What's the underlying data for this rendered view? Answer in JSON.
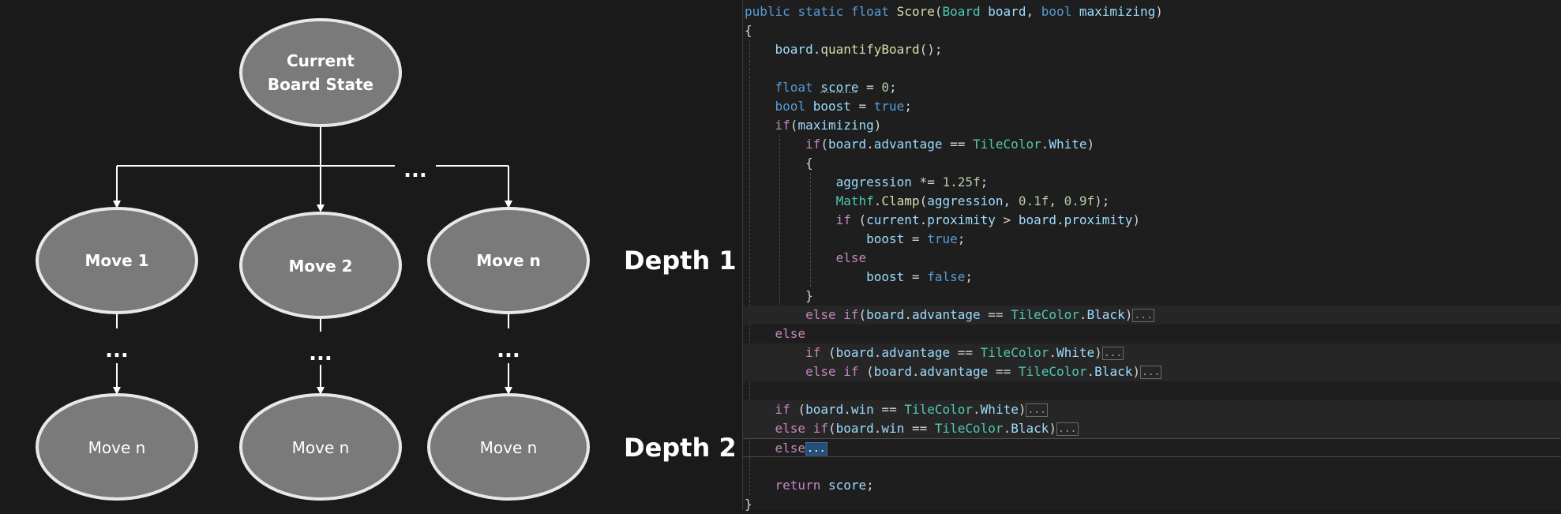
{
  "tree": {
    "root_line1": "Current",
    "root_line2": "Board State",
    "ellipsis": "...",
    "depth1": [
      "Move 1",
      "Move 2",
      "Move n"
    ],
    "depth2": [
      "Move n",
      "Move n",
      "Move n"
    ],
    "depth1_label": "Depth 1",
    "depth2_label": "Depth 2"
  },
  "code": {
    "fold_marker": "...",
    "lines": [
      [
        [
          "kw",
          "public "
        ],
        [
          "kw",
          "static "
        ],
        [
          "kw",
          "float "
        ],
        [
          "fn",
          "Score"
        ],
        [
          "pl",
          "("
        ],
        [
          "ty",
          "Board "
        ],
        [
          "va",
          "board"
        ],
        [
          "pl",
          ", "
        ],
        [
          "kw",
          "bool "
        ],
        [
          "va",
          "maximizing"
        ],
        [
          "pl",
          ")"
        ]
      ],
      [
        [
          "pl",
          "{"
        ]
      ],
      [
        [
          "pl",
          "    "
        ],
        [
          "va",
          "board"
        ],
        [
          "pl",
          "."
        ],
        [
          "fn",
          "quantifyBoard"
        ],
        [
          "pl",
          "();"
        ]
      ],
      [],
      [
        [
          "pl",
          "    "
        ],
        [
          "kw",
          "float "
        ],
        [
          "va",
          "score"
        ],
        [
          "pl",
          " = "
        ],
        [
          "nu",
          "0"
        ],
        [
          "pl",
          ";"
        ]
      ],
      [
        [
          "pl",
          "    "
        ],
        [
          "kw",
          "bool "
        ],
        [
          "va",
          "boost"
        ],
        [
          "pl",
          " = "
        ],
        [
          "kw",
          "true"
        ],
        [
          "pl",
          ";"
        ]
      ],
      [
        [
          "pl",
          "    "
        ],
        [
          "ctl",
          "if"
        ],
        [
          "pl",
          "("
        ],
        [
          "va",
          "maximizing"
        ],
        [
          "pl",
          ")"
        ]
      ],
      [
        [
          "pl",
          "        "
        ],
        [
          "ctl",
          "if"
        ],
        [
          "pl",
          "("
        ],
        [
          "va",
          "board"
        ],
        [
          "pl",
          "."
        ],
        [
          "va",
          "advantage"
        ],
        [
          "pl",
          " == "
        ],
        [
          "ty",
          "TileColor"
        ],
        [
          "pl",
          "."
        ],
        [
          "va",
          "White"
        ],
        [
          "pl",
          ")"
        ]
      ],
      [
        [
          "pl",
          "        {"
        ]
      ],
      [
        [
          "pl",
          "            "
        ],
        [
          "va",
          "aggression"
        ],
        [
          "pl",
          " *= "
        ],
        [
          "nu",
          "1.25f"
        ],
        [
          "pl",
          ";"
        ]
      ],
      [
        [
          "pl",
          "            "
        ],
        [
          "ty",
          "Mathf"
        ],
        [
          "pl",
          "."
        ],
        [
          "fn",
          "Clamp"
        ],
        [
          "pl",
          "("
        ],
        [
          "va",
          "aggression"
        ],
        [
          "pl",
          ", "
        ],
        [
          "nu",
          "0.1f"
        ],
        [
          "pl",
          ", "
        ],
        [
          "nu",
          "0.9f"
        ],
        [
          "pl",
          ");"
        ]
      ],
      [
        [
          "pl",
          "            "
        ],
        [
          "ctl",
          "if "
        ],
        [
          "pl",
          "("
        ],
        [
          "va",
          "current"
        ],
        [
          "pl",
          "."
        ],
        [
          "va",
          "proximity"
        ],
        [
          "pl",
          " > "
        ],
        [
          "va",
          "board"
        ],
        [
          "pl",
          "."
        ],
        [
          "va",
          "proximity"
        ],
        [
          "pl",
          ")"
        ]
      ],
      [
        [
          "pl",
          "                "
        ],
        [
          "va",
          "boost"
        ],
        [
          "pl",
          " = "
        ],
        [
          "kw",
          "true"
        ],
        [
          "pl",
          ";"
        ]
      ],
      [
        [
          "pl",
          "            "
        ],
        [
          "ctl",
          "else"
        ]
      ],
      [
        [
          "pl",
          "                "
        ],
        [
          "va",
          "boost"
        ],
        [
          "pl",
          " = "
        ],
        [
          "kw",
          "false"
        ],
        [
          "pl",
          ";"
        ]
      ],
      [
        [
          "pl",
          "        }"
        ]
      ],
      [
        [
          "pl",
          "        "
        ],
        [
          "ctl",
          "else "
        ],
        [
          "ctl",
          "if"
        ],
        [
          "pl",
          "("
        ],
        [
          "va",
          "board"
        ],
        [
          "pl",
          "."
        ],
        [
          "va",
          "advantage"
        ],
        [
          "pl",
          " == "
        ],
        [
          "ty",
          "TileColor"
        ],
        [
          "pl",
          "."
        ],
        [
          "va",
          "Black"
        ],
        [
          "pl",
          ")"
        ],
        [
          "fold",
          "..."
        ]
      ],
      [
        [
          "pl",
          "    "
        ],
        [
          "ctl",
          "else"
        ]
      ],
      [
        [
          "pl",
          "        "
        ],
        [
          "ctl",
          "if "
        ],
        [
          "pl",
          "("
        ],
        [
          "va",
          "board"
        ],
        [
          "pl",
          "."
        ],
        [
          "va",
          "advantage"
        ],
        [
          "pl",
          " == "
        ],
        [
          "ty",
          "TileColor"
        ],
        [
          "pl",
          "."
        ],
        [
          "va",
          "White"
        ],
        [
          "pl",
          ")"
        ],
        [
          "fold",
          "..."
        ]
      ],
      [
        [
          "pl",
          "        "
        ],
        [
          "ctl",
          "else "
        ],
        [
          "ctl",
          "if "
        ],
        [
          "pl",
          "("
        ],
        [
          "va",
          "board"
        ],
        [
          "pl",
          "."
        ],
        [
          "va",
          "advantage"
        ],
        [
          "pl",
          " == "
        ],
        [
          "ty",
          "TileColor"
        ],
        [
          "pl",
          "."
        ],
        [
          "va",
          "Black"
        ],
        [
          "pl",
          ")"
        ],
        [
          "fold",
          "..."
        ]
      ],
      [],
      [
        [
          "pl",
          "    "
        ],
        [
          "ctl",
          "if "
        ],
        [
          "pl",
          "("
        ],
        [
          "va",
          "board"
        ],
        [
          "pl",
          "."
        ],
        [
          "va",
          "win"
        ],
        [
          "pl",
          " == "
        ],
        [
          "ty",
          "TileColor"
        ],
        [
          "pl",
          "."
        ],
        [
          "va",
          "White"
        ],
        [
          "pl",
          ")"
        ],
        [
          "fold",
          "..."
        ]
      ],
      [
        [
          "pl",
          "    "
        ],
        [
          "ctl",
          "else "
        ],
        [
          "ctl",
          "if"
        ],
        [
          "pl",
          "("
        ],
        [
          "va",
          "board"
        ],
        [
          "pl",
          "."
        ],
        [
          "va",
          "win"
        ],
        [
          "pl",
          " == "
        ],
        [
          "ty",
          "TileColor"
        ],
        [
          "pl",
          "."
        ],
        [
          "va",
          "Black"
        ],
        [
          "pl",
          ")"
        ],
        [
          "fold",
          "..."
        ]
      ],
      [
        [
          "pl",
          "    "
        ],
        [
          "ctl",
          "else"
        ],
        [
          "foldsel",
          "..."
        ]
      ],
      [],
      [
        [
          "pl",
          "    "
        ],
        [
          "ctl",
          "return "
        ],
        [
          "va",
          "score"
        ],
        [
          "pl",
          ";"
        ]
      ],
      [
        [
          "pl",
          "}"
        ]
      ]
    ]
  }
}
